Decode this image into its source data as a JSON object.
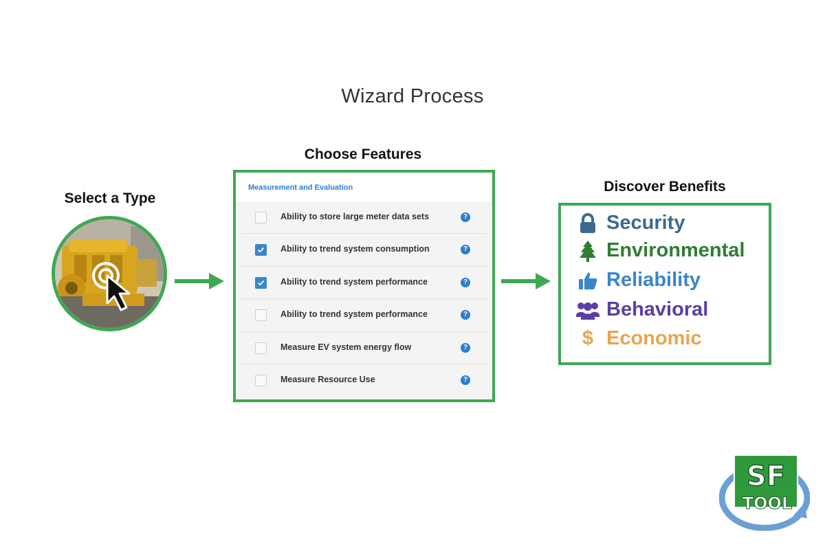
{
  "title": "Wizard Process",
  "steps": {
    "select_type": "Select a Type",
    "choose_features": "Choose Features",
    "discover_benefits": "Discover Benefits"
  },
  "features": {
    "section_title": "Measurement and Evaluation",
    "items": [
      {
        "label": "Ability to store large meter data sets",
        "checked": false
      },
      {
        "label": "Ability to trend system consumption",
        "checked": true
      },
      {
        "label": "Ability to trend system performance",
        "checked": true
      },
      {
        "label": "Ability to trend system performance",
        "checked": false
      },
      {
        "label": "Measure EV system energy flow",
        "checked": false
      },
      {
        "label": "Measure Resource Use",
        "checked": false
      }
    ],
    "help_icon": "?"
  },
  "benefits": [
    {
      "label": "Security",
      "icon": "lock-icon",
      "color": "#3c6a8f"
    },
    {
      "label": "Environmental",
      "icon": "tree-icon",
      "color": "#2f7d33"
    },
    {
      "label": "Reliability",
      "icon": "thumbs-up-icon",
      "color": "#3a86c8"
    },
    {
      "label": "Behavioral",
      "icon": "users-icon",
      "color": "#5b3ea3"
    },
    {
      "label": "Economic",
      "icon": "dollar-icon",
      "color": "#e8a552",
      "symbol": "$"
    }
  ],
  "logo": {
    "line1": "SF",
    "line2": "TOOL"
  },
  "colors": {
    "accent_green": "#3ea853",
    "link_blue": "#2a7fd0",
    "checkbox_blue": "#3a86c8"
  }
}
